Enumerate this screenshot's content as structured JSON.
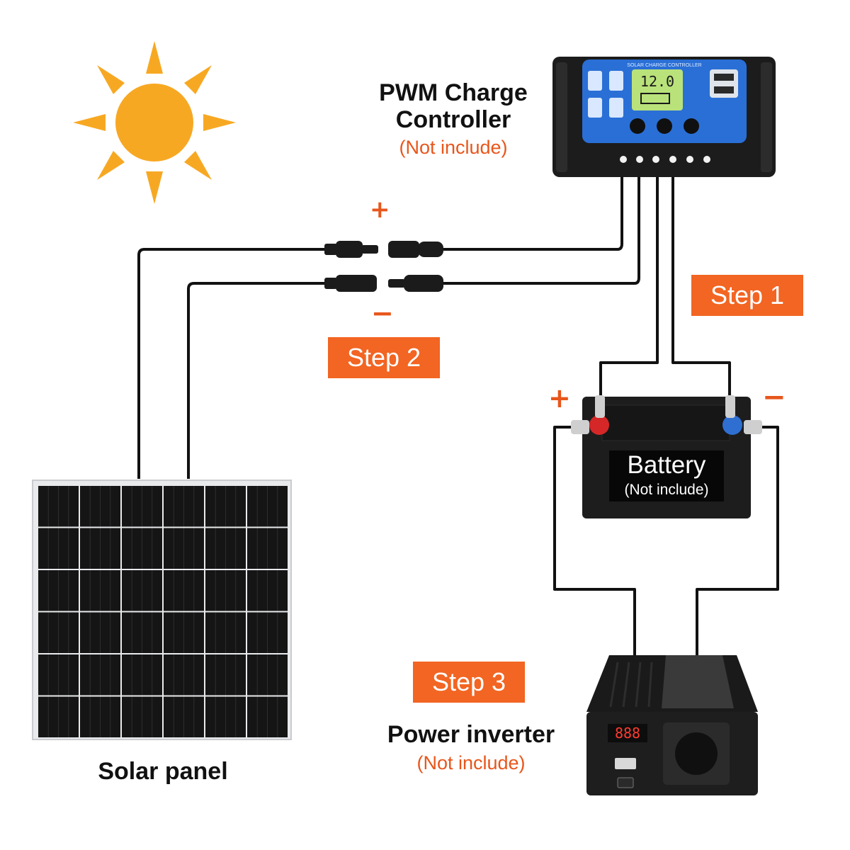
{
  "controller": {
    "title_line1": "PWM Charge",
    "title_line2": "Controller",
    "note": "(Not include)",
    "panel_header": "SOLAR CHARGE CONTROLLER",
    "lcd_reading": "12.0"
  },
  "solar_panel": {
    "label": "Solar panel"
  },
  "battery": {
    "label": "Battery",
    "note": "(Not include)"
  },
  "inverter": {
    "title": "Power inverter",
    "note": "(Not include)",
    "display": "888"
  },
  "steps": {
    "step1": "Step 1",
    "step2": "Step 2",
    "step3": "Step 3"
  },
  "polarity": {
    "plus": "+",
    "minus": "−"
  },
  "colors": {
    "accent": "#f26522",
    "sun": "#f7a823",
    "controller_face": "#2a6fd6",
    "cable": "#111111"
  }
}
